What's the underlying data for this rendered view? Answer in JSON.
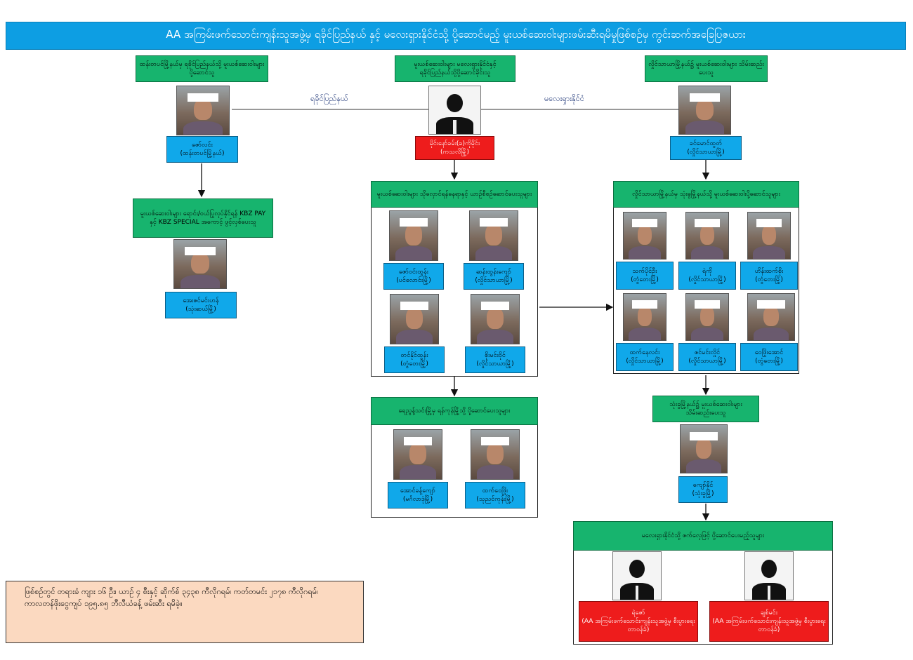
{
  "title": "AA အကြမ်းဖက်သောင်းကျန်းသူအဖွဲ့မှ ရခိုင်ပြည်နယ် နှင့် မလေးရှားနိုင်ငံသို့ ပို့ဆောင်မည့် မူးယစ်ဆေးဝါးများဖမ်းဆီးရမိမှုဖြစ်စဉ်မှ ကွင်းဆက်အခြေပြဇယား",
  "route_labels": {
    "left": "ရခိုင်ပြည်နယ်",
    "right": "မလေးရှားနိုင်ငံ"
  },
  "left_col": {
    "top_role": "ထန်းတပင်မြို့နယ်မှ ရခိုင်ပြည်နယ်သို့ မူးယစ်ဆေးဝါးများပို့ဆောင်သူ",
    "top_person": {
      "name": "ဇော်လင်း",
      "town": "(ထန်းတပင်မြို့နယ်)"
    },
    "second_role": "မူးယစ်ဆေးဝါးများ ရောင်း/ဝယ်ပြုလုပ်နိုင်ရန် KBZ PAY နှင့် KBZ SPECIAL အကောင့် ဖွင့်လှစ်ပေးသူ",
    "second_person": {
      "name": "အေးဇင်မင်းဟန်",
      "town": "(သုံးဆယ်မြို့)"
    }
  },
  "center_col": {
    "top_role": "မူးယစ်ဆေးဝါးများ မလေးရှားနိုင်ငံနှင့် ရခိုင်ပြည်နယ်သို့ပို့ဆောင်ခိုင်းသူ",
    "top_person": {
      "name": "မိုင်းနော်ခမ်း(ခ)ကိုမိုင်း",
      "town": "(ကသလိမြို့)"
    },
    "group1_role": "မူးယစ်ဆေးဝါးများ သိုလှောင်ရန်နေရာနှင့် ယာဉ်စီစဉ်ဆောင်ပေးသူများ",
    "group1": [
      {
        "name": "ဇော်ဝင်းထွန်း",
        "town": "(ပင်လောင်းမြို့)"
      },
      {
        "name": "ဆန်းထွန်းကျော်",
        "town": "(လှိုင်သာယာမြို့)"
      },
      {
        "name": "တင်နိုင်ထွန်း",
        "town": "(တွံတေးမြို့)"
      },
      {
        "name": "စိုးမင်းဝိုင်",
        "town": "(လှိုင်သာယာမြို့)"
      }
    ],
    "group2_role": "ရေညွန့်သင်းမြို့မှ ရန်ကုန်မြို့သို့ ပို့ဆောင်ပေးသူများ",
    "group2": [
      {
        "name": "အောင်ခန့်ကျော်",
        "town": "(မင်္ဂလာဒုံမြို့)"
      },
      {
        "name": "ထက်ဝေဖြိုး",
        "town": "(သုညင်ကုန်းမြို့)"
      }
    ]
  },
  "right_col": {
    "top_role": "လှိုင်သာယာမြို့နယ်၌ မူးယစ်ဆေးဝါးများ သိမ်းဆည်းပေးသူ",
    "top_person": {
      "name": "ခင်မောင်ထွတ်",
      "town": "(လှိုင်သာယာမြို့)"
    },
    "group_role": "လှိုင်သာယာမြို့နယ်မှ သုံးခွမြို့နယ်သို့ မူးယစ်ဆေးဝါးပို့ဆောင်သူများ",
    "group": [
      {
        "name": "သက်ပိုင်ဦး",
        "town": "(တွံတေးမြို့)"
      },
      {
        "name": "ရဲကို",
        "town": "(လှိုင်သာယာမြို့)"
      },
      {
        "name": "ဟိန်းထက်စိုး",
        "town": "(တွံတေးမြို့)"
      },
      {
        "name": "ထက်နေလင်း",
        "town": "(လှိုင်သာယာမြို့)"
      },
      {
        "name": "ဇင်မင်းလှိုင်",
        "town": "(လှိုင်သာယာမြို့)"
      },
      {
        "name": "ဝေဖြိုးအောင်",
        "town": "(တွံတေးမြို့)"
      }
    ],
    "storer_role": "သုံးခွမြို့နယ်၌ မူးယစ်ဆေးဝါးများ သိမ်းဆည်းပေးသူ",
    "storer": {
      "name": "ကျော်နိုင်",
      "town": "(သုံးခွမြို့)"
    },
    "malaysia_role": "မလေးရှားနိုင်ငံသို့ ဇက်လှေဖြင့် ပို့ဆောင်ပေးမည့်သူများ",
    "malaysia": [
      {
        "name": "ရဲဇော်",
        "town": "(AA အကြမ်းဖက်သောင်းကျန်းသူအဖွဲ့မှ စီးပွားရေးတာဝန်ခံ)"
      },
      {
        "name": "ချစ်မင်း",
        "town": "(AA အကြမ်းဖက်သောင်းကျန်းသူအဖွဲ့မှ စီးပွားရေးတာဝန်ခံ)"
      }
    ]
  },
  "note": {
    "bullet": "",
    "text": "ဖြစ်စဉ်တွင် တရားခံ ကျား ၁၆ ဦး၊ ယာဉ် ၄ စီးနှင့် ဆိုက်စ် ၃၄၃၈ ကီလိုဂရမ်၊ ကတ်တမင်း ၂၁၇၈ ကီလိုဂရမ်၊ ကာလတန်ဖိုးငွေကျပ် ၁၉၅.၈၅ ဘီလီယံခန့် ဖမ်းဆီး ရမိခဲ့။"
  }
}
